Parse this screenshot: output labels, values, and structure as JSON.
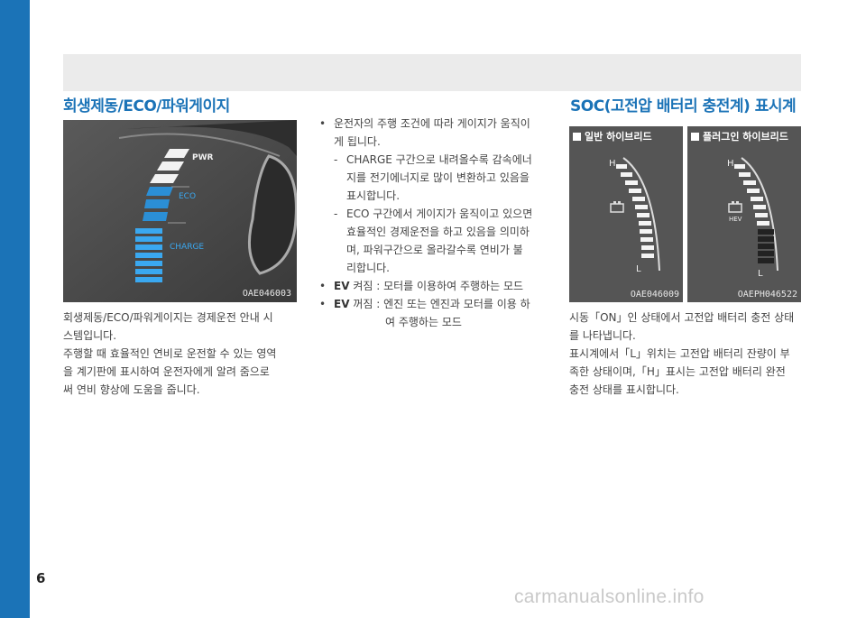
{
  "page": {
    "number": "6"
  },
  "left_section": {
    "title": "회생제동/ECO/파워게이지",
    "gauge_labels": {
      "pwr": "PWR",
      "eco": "ECO",
      "charge": "CHARGE"
    },
    "image_code": "OAE046003",
    "description": [
      "회생제동/ECO/파워게이지는 경제운전 안내 시",
      "스템입니다.",
      "주행할 때 효율적인 연비로 운전할 수 있는 영역",
      "을 계기판에 표시하여 운전자에게 알려 줌으로",
      "써 연비 향상에 도움을 줍니다."
    ]
  },
  "middle_section": {
    "bullet1": [
      "운전자의 주행 조건에 따라 게이지가 움직이",
      "게 됩니다."
    ],
    "sub1": [
      "CHARGE 구간으로 내려올수록 감속에너",
      "지를 전기에너지로 많이 변환하고 있음을",
      "표시합니다."
    ],
    "sub2": [
      "ECO 구간에서 게이지가 움직이고 있으면",
      "효율적인 경제운전을 하고 있음을 의미하",
      "며, 파워구간으로 올라갈수록 연비가 불",
      "리합니다."
    ],
    "ev_on": {
      "label": "EV",
      "text": "켜짐 : 모터를 이용하여 주행하는 모드"
    },
    "ev_off": {
      "label": "EV",
      "text": "꺼짐 : 엔진 또는 엔진과 모터를 이용 하",
      "text2": "여 주행하는 모드"
    }
  },
  "right_section": {
    "title": "SOC(고전압 배터리 충전계) 표시계",
    "image_a": {
      "tag": "일반 하이브리드",
      "high": "H",
      "low": "L",
      "code": "OAE046009"
    },
    "image_b": {
      "tag": "플러그인 하이브리드",
      "high": "H",
      "low": "L",
      "hev": "HEV",
      "code": "OAEPH046522"
    },
    "description": [
      "시동「ON」인 상태에서 고전압 배터리 충전 상태",
      "를 나타냅니다.",
      "표시계에서「L」위치는 고전압 배터리 잔량이 부",
      "족한 상태이며,「H」표시는 고전압 배터리 완전",
      "충전 상태를 표시합니다."
    ]
  },
  "footer": {
    "watermark": "carmanualsonline.info"
  },
  "colors": {
    "accent": "#1b73b7",
    "gauge_blue": "#2b8fd6",
    "image_bg": "#4a4a4a"
  }
}
